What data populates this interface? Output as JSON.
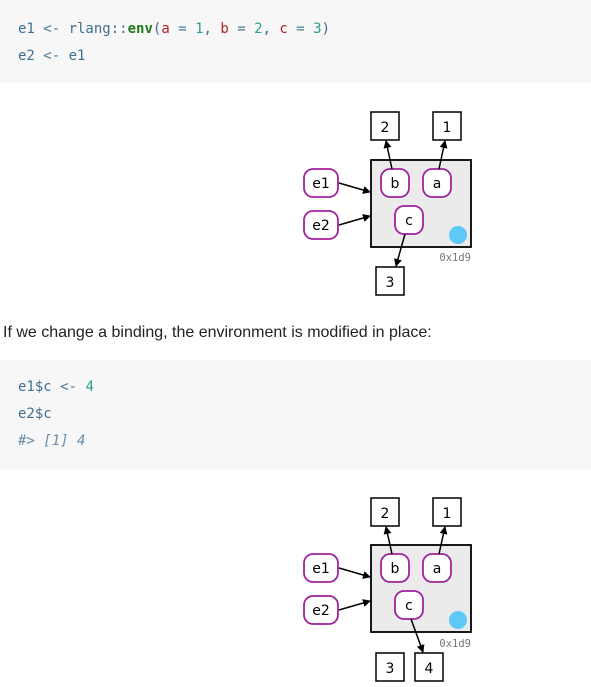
{
  "code1": {
    "line1": {
      "var": "e1",
      "assign": " <- ",
      "pkg": "rlang::",
      "fn": "env",
      "open": "(",
      "arg_a": "a",
      "eq_a": " = ",
      "val_a": "1",
      "sep1": ", ",
      "arg_b": "b",
      "eq_b": " = ",
      "val_b": "2",
      "sep2": ", ",
      "arg_c": "c",
      "eq_c": " = ",
      "val_c": "3",
      "close": ")"
    },
    "line2": {
      "var": "e2",
      "assign": " <- ",
      "rhs": "e1"
    }
  },
  "diagram1": {
    "names": [
      "e1",
      "e2"
    ],
    "bindings": [
      "b",
      "a",
      "c"
    ],
    "values": [
      "2",
      "1",
      "3"
    ],
    "address": "0x1d9"
  },
  "prose": {
    "text": "If we change a binding, the environment is modified in place:"
  },
  "code2": {
    "line1": {
      "lhs": "e1$c",
      "assign": " <- ",
      "value": "4"
    },
    "line2": {
      "expr": "e2$c"
    },
    "line3": {
      "output": "#> [1] 4"
    }
  },
  "diagram2": {
    "names": [
      "e1",
      "e2"
    ],
    "bindings": [
      "b",
      "a",
      "c"
    ],
    "values": [
      "2",
      "1",
      "3",
      "4"
    ],
    "address": "0x1d9"
  },
  "colors": {
    "binding_border": "#a0229e",
    "env_fill": "#ebebeb",
    "env_dot": "#5ec8f7",
    "code_bg": "#f7f7f7"
  }
}
